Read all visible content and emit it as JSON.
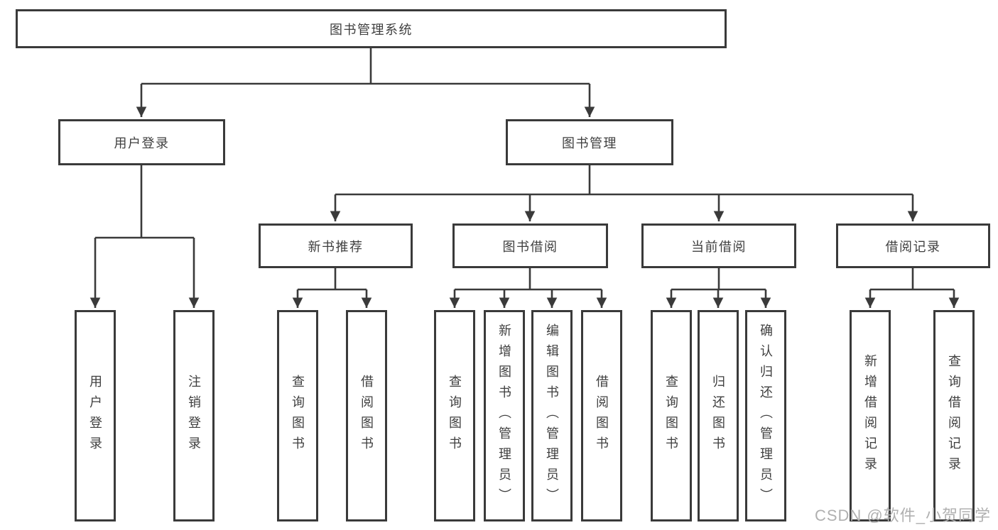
{
  "diagram": {
    "type": "hierarchy-tree",
    "tree": {
      "label": "图书管理系统",
      "children": [
        {
          "label": "用户登录",
          "children": [
            {
              "label": "用户登录"
            },
            {
              "label": "注销登录"
            }
          ]
        },
        {
          "label": "图书管理",
          "children": [
            {
              "label": "新书推荐",
              "children": [
                {
                  "label": "查询图书"
                },
                {
                  "label": "借阅图书"
                }
              ]
            },
            {
              "label": "图书借阅",
              "children": [
                {
                  "label": "查询图书"
                },
                {
                  "label": "新增图书（管理员）"
                },
                {
                  "label": "编辑图书（管理员）"
                },
                {
                  "label": "借阅图书"
                }
              ]
            },
            {
              "label": "当前借阅",
              "children": [
                {
                  "label": "查询图书"
                },
                {
                  "label": "归还图书"
                },
                {
                  "label": "确认归还（管理员）"
                }
              ]
            },
            {
              "label": "借阅记录",
              "children": [
                {
                  "label": "新增借阅记录"
                },
                {
                  "label": "查询借阅记录"
                }
              ]
            }
          ]
        }
      ]
    }
  },
  "watermark": {
    "text": "CSDN @软件_小贺同学"
  },
  "colors": {
    "line": "#3a3a3a",
    "text": "#3f3f3f",
    "bg": "#ffffff",
    "watermark": "#b0b0b0"
  }
}
